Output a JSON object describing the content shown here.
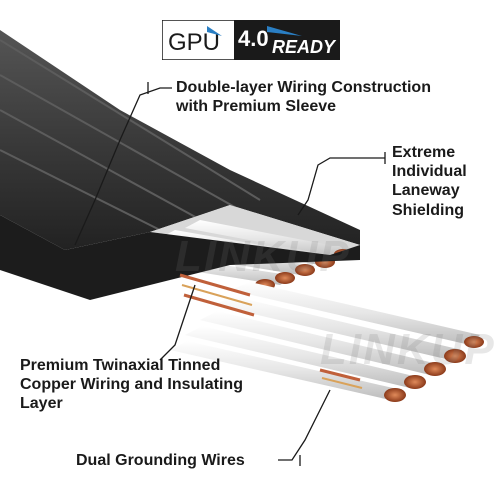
{
  "badge": {
    "prefix": "GPU",
    "version": "4.0",
    "suffix": "READY"
  },
  "watermark": "LINKUP",
  "callouts": [
    {
      "id": "wiring",
      "lines": [
        "Double-layer Wiring Construction",
        "with Premium Sleeve"
      ]
    },
    {
      "id": "shielding",
      "lines": [
        "Extreme",
        "Individual",
        "Laneway",
        "Shielding"
      ]
    },
    {
      "id": "copper",
      "lines": [
        "Premium Twinaxial Tinned",
        "Copper Wiring and Insulating",
        "Layer"
      ]
    },
    {
      "id": "grounding",
      "lines": [
        "Dual Grounding Wires"
      ]
    }
  ],
  "colors": {
    "sleeve": "#3a3a3a",
    "sleeve_dark": "#1c1c1c",
    "shield": "#e8e8e8",
    "copper": "#b5562f",
    "accent_blue": "#2a7fc4",
    "badge_bg": "#1a1a1a"
  }
}
